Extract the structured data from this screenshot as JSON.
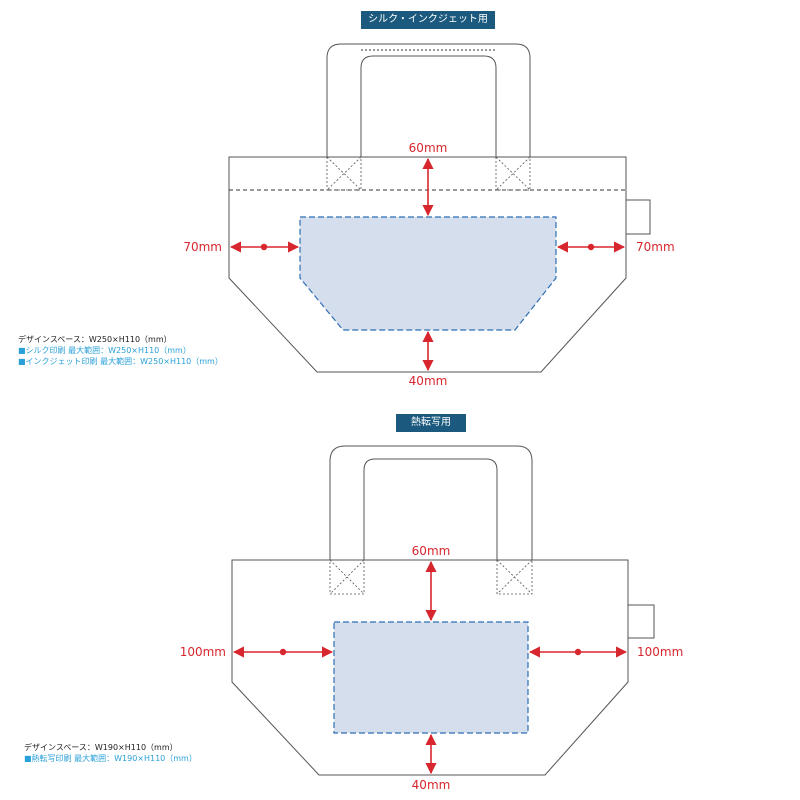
{
  "colors": {
    "arrow": "#d8262e",
    "print_fill": "#d4deed",
    "print_stroke": "#2f6fb4",
    "outline": "#555555",
    "tag_bg": "#1b5a7e",
    "spec_sub": "#2aa0d8"
  },
  "top": {
    "tag": "シルク・インクジェット用",
    "dim_top": "60mm",
    "dim_left": "70mm",
    "dim_right": "70mm",
    "dim_bottom": "40mm",
    "spec_main": "デザインスペース：W250×H110（mm）",
    "spec_sub1": "■シルク印刷 最大範囲：W250×H110（mm）",
    "spec_sub2": "■インクジェット印刷 最大範囲：W250×H110（mm）"
  },
  "bottom": {
    "tag": "熱転写用",
    "dim_top": "60mm",
    "dim_left": "100mm",
    "dim_right": "100mm",
    "dim_bottom": "40mm",
    "spec_main": "デザインスペース：W190×H110（mm）",
    "spec_sub1": "■熱転写印刷 最大範囲：W190×H110（mm）"
  }
}
